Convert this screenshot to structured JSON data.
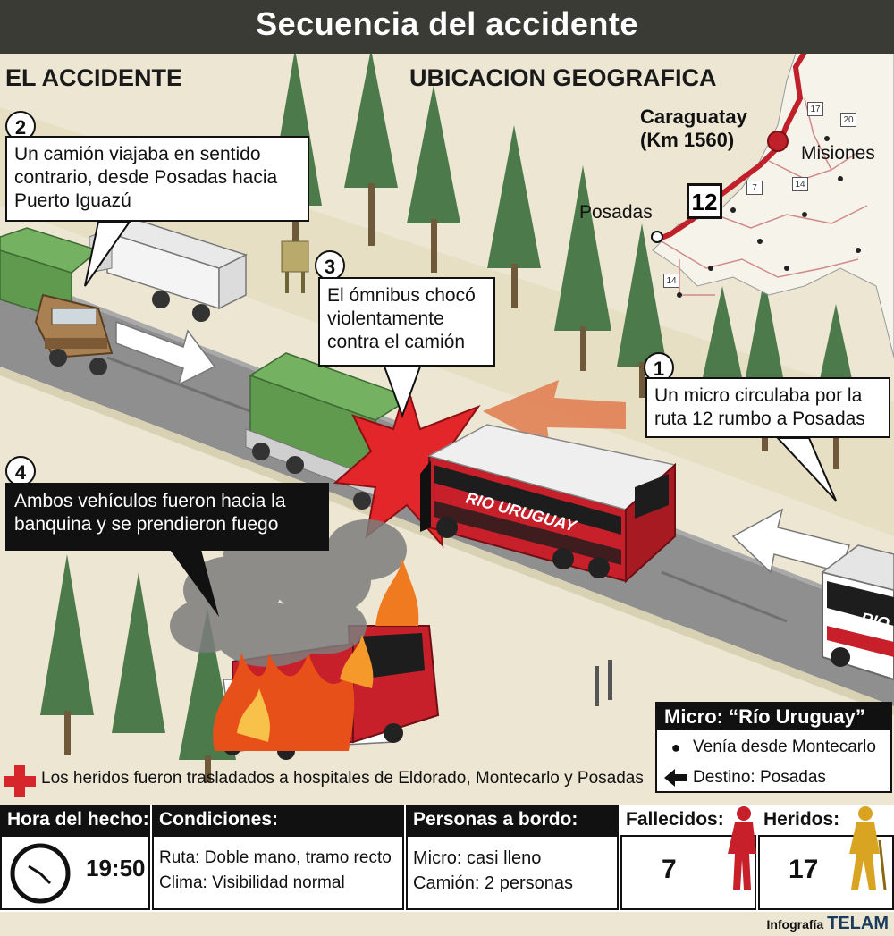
{
  "title": "Secuencia del accidente",
  "sections": {
    "accident": "EL ACCIDENTE",
    "geo": "UBICACION GEOGRAFICA"
  },
  "steps": [
    {
      "num": "1",
      "text": "Un micro circulaba por la ruta 12 rumbo a Posadas"
    },
    {
      "num": "2",
      "text": "Un camión viajaba en sentido contrario, desde Posadas hacia Puerto Iguazú"
    },
    {
      "num": "3",
      "text": "El ómnibus chocó violentamente contra el camión"
    },
    {
      "num": "4",
      "text": "Ambos vehículos fueron hacia la banquina y se prendieron fuego"
    }
  ],
  "bus_brand": "RIO URUGUAY",
  "bus_brand_partial": "RIO",
  "map": {
    "place_line1": "Caraguatay",
    "place_line2": "(Km 1560)",
    "province": "Misiones",
    "city": "Posadas",
    "route_number": "12",
    "minor_routes": [
      "17",
      "20",
      "7",
      "14",
      "14"
    ]
  },
  "legend": {
    "title": "Micro: “Río Uruguay”",
    "origin": "Venía desde Montecarlo",
    "destination": "Destino: Posadas",
    "origin_icon": "dot-icon",
    "destination_icon": "arrow-left-icon"
  },
  "footnote": "Los heridos fueron trasladados a hospitales de Eldorado, Montecarlo y Posadas",
  "stats": {
    "time_label": "Hora del hecho:",
    "time_value": "19:50",
    "conditions_label": "Condiciones:",
    "conditions_road": "Ruta: Doble mano, tramo recto",
    "conditions_weather": "Clima: Visibilidad normal",
    "people_label": "Personas a bordo:",
    "people_bus": "Micro: casi lleno",
    "people_truck": "Camión: 2 personas",
    "dead_label": "Fallecidos:",
    "dead_value": "7",
    "injured_label": "Heridos:",
    "injured_value": "17"
  },
  "credit": {
    "prefix": "Infografía",
    "brand": "TELAM"
  },
  "colors": {
    "route": "#c0202a",
    "bus": "#c8202a",
    "truck_cargo": "#5f9a4e",
    "fire": "#e8501a",
    "road": "#8f8f8f",
    "ground": "#ece6d2",
    "tree": "#4c7a4a"
  }
}
